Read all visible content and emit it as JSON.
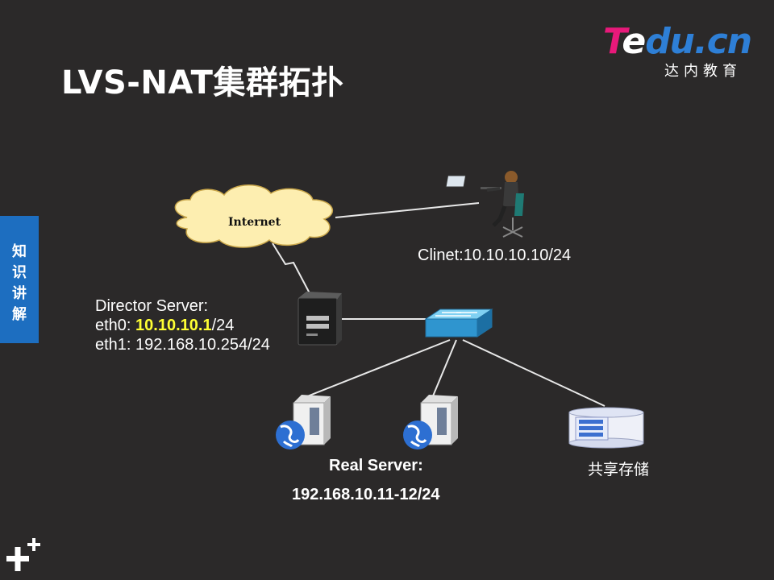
{
  "title": "LVS-NAT集群拓扑",
  "logo": {
    "part1": "T",
    "part2": "e",
    "part3": "du.cn",
    "subtitle": "达内教育"
  },
  "side_tab": [
    "知",
    "识",
    "讲",
    "解"
  ],
  "diagram": {
    "internet_label": "Internet",
    "client_label": "Clinet:10.10.10.10/24",
    "director": {
      "line1": "Director Server:",
      "eth0_prefix": "eth0: ",
      "eth0_ip": "10.10.10.1",
      "eth0_suffix": "/24",
      "eth1": "eth1: 192.168.10.254/24"
    },
    "real_server_label": "Real Server:",
    "real_server_ips": "192.168.10.11-12/24",
    "storage_label": "共享存储"
  },
  "colors": {
    "background": "#2b2929",
    "accent_blue": "#1d6ec0",
    "highlight": "#ffff33",
    "cloud": "#fdeeb0"
  }
}
